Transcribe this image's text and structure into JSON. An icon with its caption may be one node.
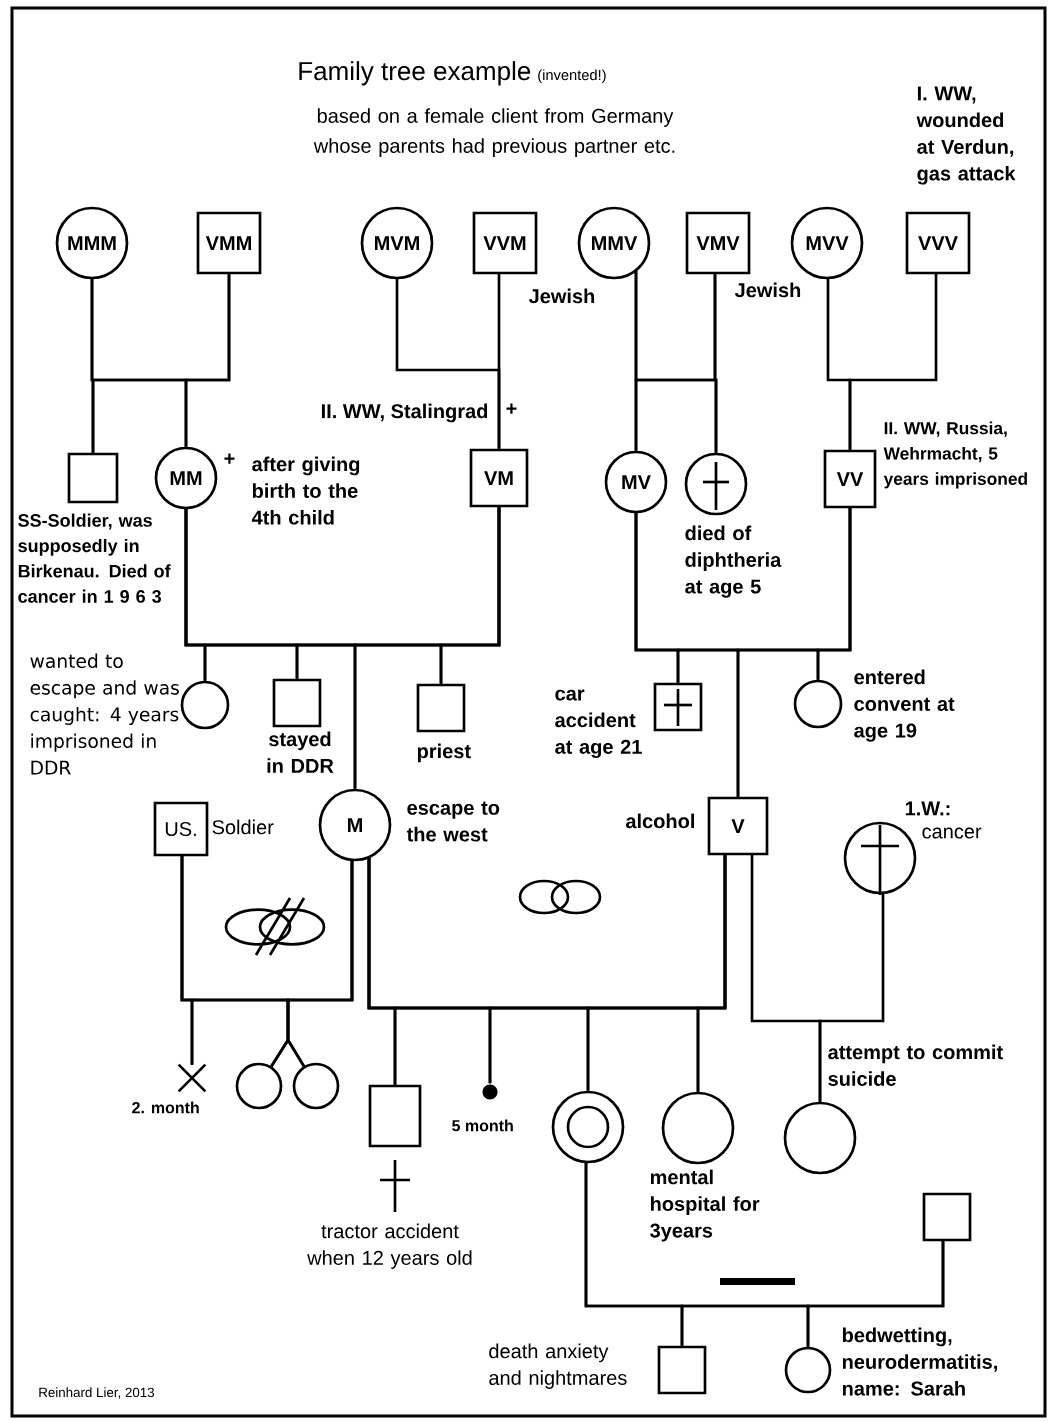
{
  "diagram": {
    "title": "Family tree example",
    "nodes": [
      {
        "text": [
          "MMM"
        ]
      },
      {
        "text": [
          "VMM"
        ]
      },
      {
        "text": [
          "MVM"
        ]
      },
      {
        "text": [
          "VVM"
        ],
        "beside": [
          "Jewish"
        ]
      },
      {
        "text": [
          "MMV"
        ]
      },
      {
        "text": [
          "VMV"
        ],
        "beside": [
          "Jewish"
        ]
      },
      {
        "text": [
          "MVV"
        ]
      },
      {
        "text": [
          "VVV"
        ],
        "beside": [
          "I. WW, wounded at Verdun, gas attack"
        ]
      },
      {
        "text": [],
        "shape": "box",
        "beside": [
          "SS-Soldier, was supposedly in Birkenau. Died of cancer in 1 9 6 3"
        ]
      },
      {
        "text": [
          "MM"
        ],
        "beside": [
          "+",
          "after giving birth to the 4th child"
        ]
      },
      {
        "text": [
          "VM"
        ],
        "beside": [
          "II. WW, Stalingrad",
          "+"
        ]
      },
      {
        "text": [
          "MV"
        ]
      },
      {
        "text": [],
        "shape": "circle",
        "beside": [
          "died of diphtheria at age 5"
        ]
      },
      {
        "text": [
          "VV"
        ],
        "beside": [
          "II. WW, Russia, Wehrmacht, 5 years imprisoned"
        ]
      },
      {
        "text": [],
        "shape": "circle",
        "beside": [
          "wanted to escape and was caught: 4 years imprisoned in DDR"
        ]
      },
      {
        "text": [],
        "shape": "box",
        "beside": [
          "stayed in DDR"
        ]
      },
      {
        "text": [
          "M"
        ],
        "beside": [
          "escape to the west"
        ]
      },
      {
        "text": [],
        "shape": "box",
        "beside": [
          "priest"
        ]
      },
      {
        "text": [],
        "shape": "box",
        "beside": [
          "car accident at age 21"
        ]
      },
      {
        "text": [
          "V"
        ],
        "beside": [
          "alcohol"
        ]
      },
      {
        "text": [],
        "shape": "circle",
        "beside": [
          "entered convent at age 19"
        ]
      },
      {
        "text": [
          "US."
        ],
        "beside": [
          "Soldier"
        ]
      },
      {
        "text": [],
        "shape": "circle",
        "beside": [
          "1.W.:",
          "cancer"
        ]
      },
      {
        "text": [],
        "shape": "cross",
        "beside": [
          "2. month"
        ]
      },
      {
        "text": [],
        "shape": "circle"
      },
      {
        "text": [],
        "shape": "circle"
      },
      {
        "text": [],
        "shape": "box",
        "beside": [
          "tractor accident when 12 years old"
        ]
      },
      {
        "text": [],
        "shape": "dot",
        "beside": [
          "5 month"
        ]
      },
      {
        "text": [],
        "shape": "double-circle"
      },
      {
        "text": [],
        "shape": "circle",
        "beside": [
          "mental hospital for 3years"
        ]
      },
      {
        "text": [],
        "shape": "circle",
        "beside": [
          "attempt to commit suicide"
        ]
      },
      {
        "text": [],
        "shape": "box"
      },
      {
        "text": [],
        "shape": "box",
        "beside": [
          "death anxiety and nightmares"
        ]
      },
      {
        "text": [],
        "shape": "circle",
        "beside": [
          "bedwetting, neurodermatitis, name: Sarah"
        ]
      }
    ],
    "edges": [
      {
        "from": 0,
        "to": 8,
        "arrow": "none"
      },
      {
        "from": 0,
        "to": 9,
        "arrow": "none"
      },
      {
        "from": 1,
        "to": 8,
        "arrow": "none"
      },
      {
        "from": 1,
        "to": 9,
        "arrow": "none"
      },
      {
        "from": 2,
        "to": 10,
        "arrow": "none"
      },
      {
        "from": 3,
        "to": 10,
        "arrow": "none"
      },
      {
        "from": 4,
        "to": 11,
        "arrow": "none"
      },
      {
        "from": 4,
        "to": 12,
        "arrow": "none"
      },
      {
        "from": 5,
        "to": 11,
        "arrow": "none"
      },
      {
        "from": 5,
        "to": 12,
        "arrow": "none"
      },
      {
        "from": 6,
        "to": 13,
        "arrow": "none"
      },
      {
        "from": 7,
        "to": 13,
        "arrow": "none"
      },
      {
        "from": 9,
        "to": 14,
        "arrow": "none"
      },
      {
        "from": 9,
        "to": 15,
        "arrow": "none"
      },
      {
        "from": 9,
        "to": 16,
        "arrow": "none"
      },
      {
        "from": 9,
        "to": 17,
        "arrow": "none"
      },
      {
        "from": 10,
        "to": 14,
        "arrow": "none"
      },
      {
        "from": 10,
        "to": 15,
        "arrow": "none"
      },
      {
        "from": 10,
        "to": 16,
        "arrow": "none"
      },
      {
        "from": 10,
        "to": 17,
        "arrow": "none"
      },
      {
        "from": 11,
        "to": 18,
        "arrow": "none"
      },
      {
        "from": 11,
        "to": 19,
        "arrow": "none"
      },
      {
        "from": 11,
        "to": 20,
        "arrow": "none"
      },
      {
        "from": 13,
        "to": 18,
        "arrow": "none"
      },
      {
        "from": 13,
        "to": 19,
        "arrow": "none"
      },
      {
        "from": 13,
        "to": 20,
        "arrow": "none"
      },
      {
        "from": 21,
        "to": 23,
        "arrow": "none"
      },
      {
        "from": 21,
        "to": 24,
        "arrow": "none"
      },
      {
        "from": 21,
        "to": 25,
        "arrow": "none"
      },
      {
        "from": 16,
        "to": 23,
        "arrow": "none"
      },
      {
        "from": 16,
        "to": 24,
        "arrow": "none"
      },
      {
        "from": 16,
        "to": 25,
        "arrow": "none"
      },
      {
        "from": 16,
        "to": 26,
        "arrow": "none"
      },
      {
        "from": 16,
        "to": 27,
        "arrow": "none"
      },
      {
        "from": 16,
        "to": 28,
        "arrow": "none"
      },
      {
        "from": 16,
        "to": 29,
        "arrow": "none"
      },
      {
        "from": 19,
        "to": 26,
        "arrow": "none"
      },
      {
        "from": 19,
        "to": 27,
        "arrow": "none"
      },
      {
        "from": 19,
        "to": 28,
        "arrow": "none"
      },
      {
        "from": 19,
        "to": 29,
        "arrow": "none"
      },
      {
        "from": 19,
        "to": 30,
        "arrow": "none"
      },
      {
        "from": 22,
        "to": 30,
        "arrow": "none"
      },
      {
        "from": 28,
        "to": 32,
        "arrow": "none"
      },
      {
        "from": 28,
        "to": 33,
        "arrow": "none"
      },
      {
        "from": 31,
        "to": 32,
        "arrow": "none"
      },
      {
        "from": 31,
        "to": 33,
        "arrow": "none"
      }
    ],
    "labels": [
      "(invented!)",
      "based on a female client from Germany whose parents had previous partner etc.",
      "Reinhard Lier, 2013"
    ]
  }
}
